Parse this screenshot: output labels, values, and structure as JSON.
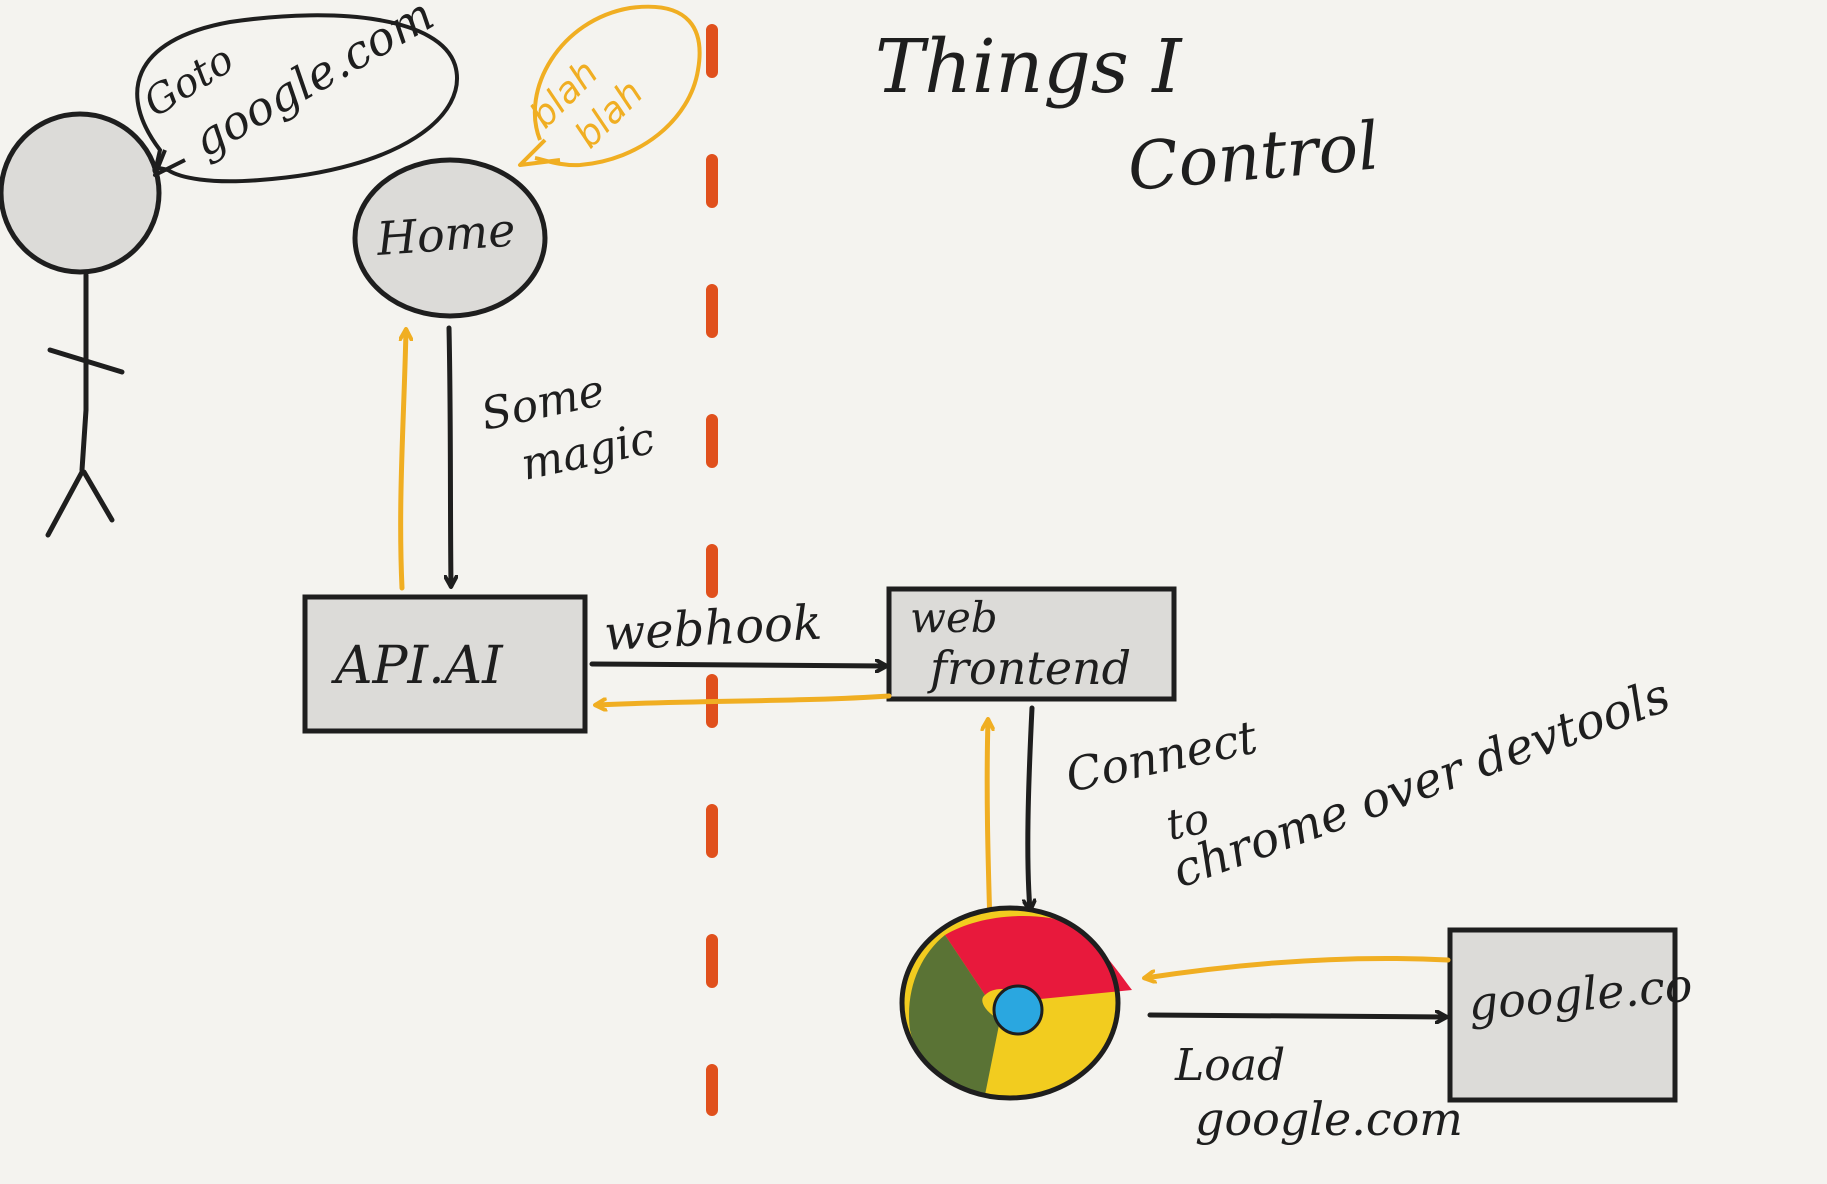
{
  "title": {
    "line1": "Things I",
    "line2": "Control"
  },
  "speech_bubbles": {
    "user": {
      "line1": "Goto",
      "line2": "google.com"
    },
    "home": {
      "line1": "blah",
      "line2": "blah"
    }
  },
  "nodes": {
    "home": "Home",
    "api_ai": "API.AI",
    "web_frontend": {
      "line1": "web",
      "line2": "frontend"
    },
    "google_site": "google.co"
  },
  "edge_labels": {
    "some_magic": {
      "line1": "Some",
      "line2": "magic"
    },
    "webhook": "webhook",
    "connect": {
      "line1": "Connect",
      "line2": "to",
      "line3": "chrome over devtools"
    },
    "load": {
      "line1": "Load",
      "line2": "google.com"
    }
  },
  "colors": {
    "background": "#f4f3ef",
    "ink": "#1e1e1e",
    "node_fill": "#dcdbd8",
    "response_arrow": "#f0ae22",
    "boundary_line": "#e0501c",
    "chrome_red": "#e8193c",
    "chrome_yellow": "#f2cc1f",
    "chrome_green": "#5a7335",
    "chrome_blue": "#2aa7e0"
  }
}
